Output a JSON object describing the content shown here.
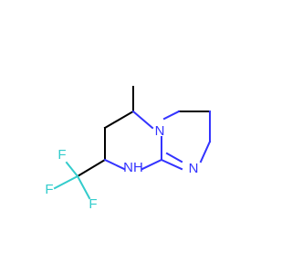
{
  "molecule": {
    "atoms": {
      "n_ring": "N",
      "n_imine": "N",
      "nh": "NH",
      "f1": "F",
      "f2": "F",
      "f3": "F"
    },
    "colors": {
      "bond": "#000000",
      "nitrogen": "#3333ff",
      "fluorine": "#33cccc"
    }
  }
}
